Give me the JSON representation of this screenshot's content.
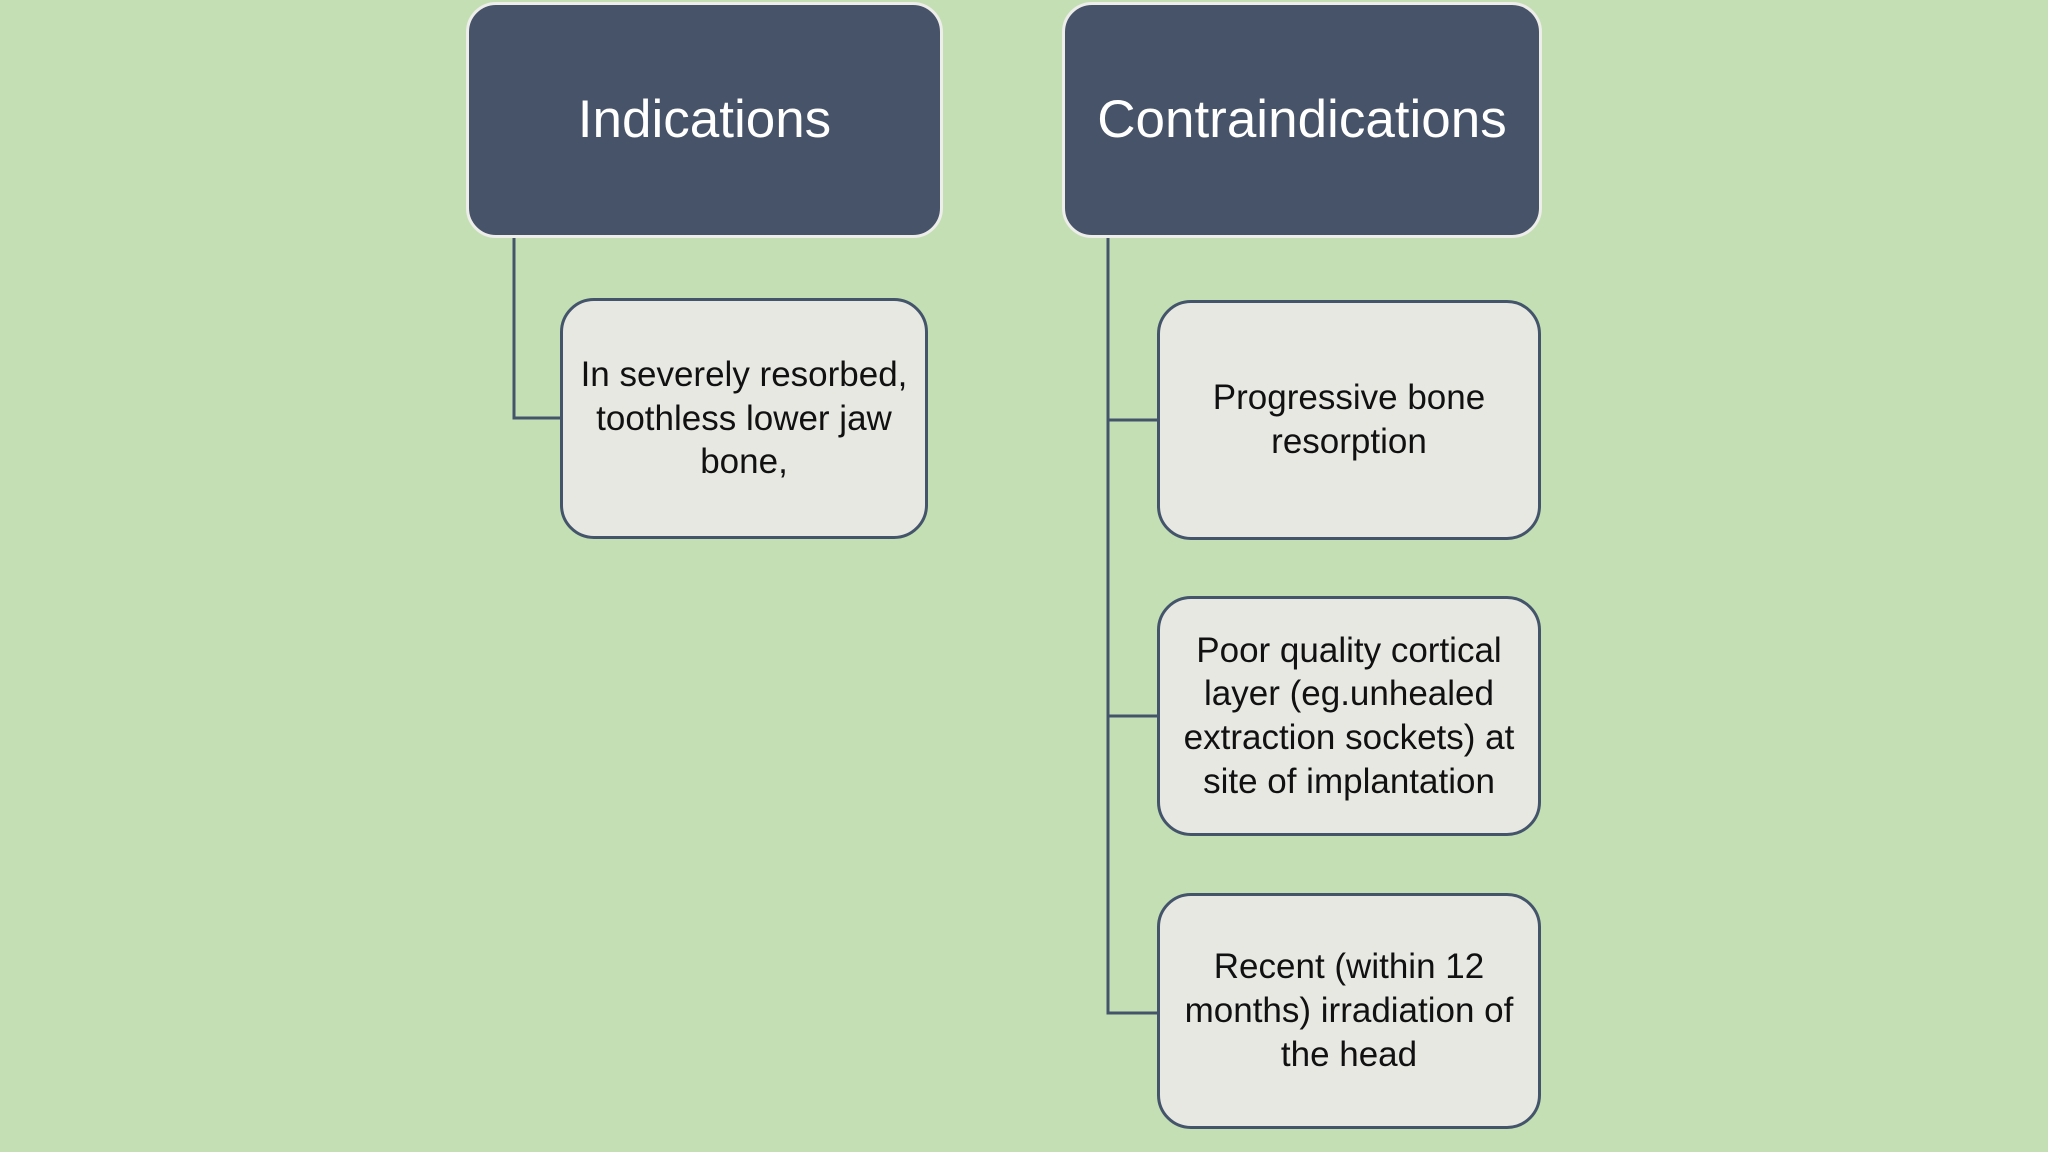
{
  "diagram": {
    "type": "hierarchy",
    "colors": {
      "background": "#C5DFB4",
      "header_fill": "#475368",
      "header_text": "#FFFFFF",
      "header_outline": "#EDEDEA",
      "child_fill": "#E7E8E2",
      "child_border": "#44546A",
      "child_text": "#111111",
      "connector": "#44546A"
    },
    "columns": [
      {
        "header": "Indications",
        "children": [
          {
            "text": "In severely resorbed, toothless lower jaw bone,"
          }
        ]
      },
      {
        "header": "Contraindications",
        "children": [
          {
            "text": "Progressive bone resorption"
          },
          {
            "text": "Poor quality cortical layer (eg.unhealed extraction sockets) at site of implantation"
          },
          {
            "text": "Recent (within 12 months) irradiation of the head"
          }
        ]
      }
    ]
  }
}
